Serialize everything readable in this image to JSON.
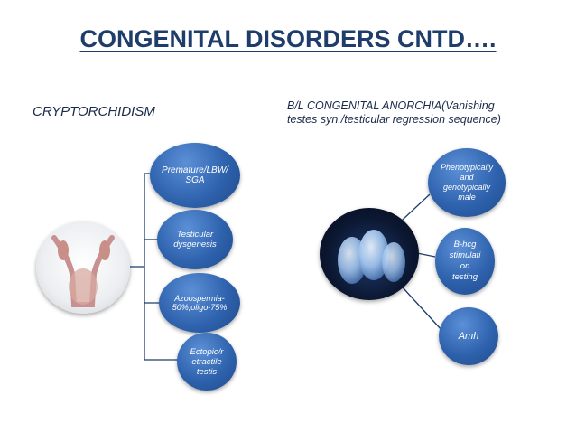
{
  "slide": {
    "title": "CONGENITAL DISORDERS CNTD….",
    "left_heading": "CRYPTORCHIDISM",
    "right_heading_line1": "B/L CONGENITAL ANORCHIA(Vanishing",
    "right_heading_line2": "testes syn./testicular regression sequence)"
  },
  "left_diagram": {
    "nodes": [
      {
        "line1": "Premature/LBW/",
        "line2": "SGA"
      },
      {
        "line1": "Testicular",
        "line2": "dysgenesis"
      },
      {
        "line1": "Azoospermia-",
        "line2": "50%,oligo-75%"
      },
      {
        "line1": "Ectopic/r",
        "line2": "etractile",
        "line3": "testis"
      }
    ]
  },
  "right_diagram": {
    "nodes": [
      {
        "line1": "Phenotypically",
        "line2": "and",
        "line3": "genotypically",
        "line4": "male"
      },
      {
        "line1": "B-hcg",
        "line2": "stimulati",
        "line3": "on",
        "line4": "testing"
      },
      {
        "line1": "Amh"
      }
    ]
  },
  "colors": {
    "title": "#1f3d6b",
    "node_fill": "#2f63ae",
    "connector": "#1f3d6b"
  }
}
